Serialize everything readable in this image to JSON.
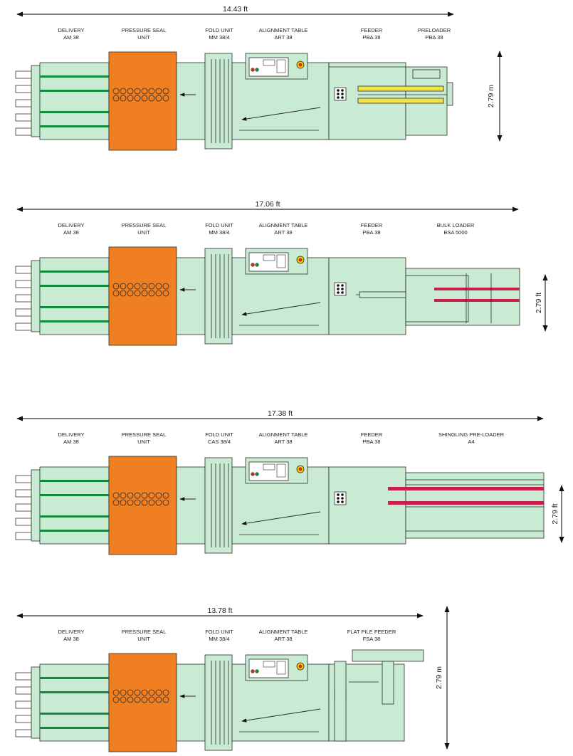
{
  "colors": {
    "machine_fill": "#c9ead3",
    "machine_stroke": "#2b2b2b",
    "seal_orange": "#f07f22",
    "belt_green": "#138a3e",
    "loader_red": "#cc1e4b",
    "loader_yellow": "#f0e44a",
    "knob_red": "#d52b1e",
    "knob_yellow": "#f5d400",
    "panel_fill": "#ffffff"
  },
  "icons": [
    "arrow-left-icon",
    "emergency-stop-icon",
    "control-panel-icon"
  ],
  "configs": [
    {
      "length": "14.43 ft",
      "width": "2.79 m",
      "modules": [
        {
          "name": "DELIVERY",
          "model": "AM 38"
        },
        {
          "name": "PRESSURE  SEAL",
          "model": "UNIT"
        },
        {
          "name": "FOLD  UNIT",
          "model": "MM  38/4"
        },
        {
          "name": "ALIGNMENT  TABLE",
          "model": "ART  38"
        },
        {
          "name": "FEEDER",
          "model": "PBA  38"
        },
        {
          "name": "PRELOADER",
          "model": "PBA 38"
        }
      ]
    },
    {
      "length": "17.06 ft",
      "width": "2.79 ft",
      "modules": [
        {
          "name": "DELIVERY",
          "model": "AM  38"
        },
        {
          "name": "PRESSURE  SEAL",
          "model": "UNIT"
        },
        {
          "name": "FOLD  UNIT",
          "model": "MM  38/4"
        },
        {
          "name": "ALIGNMENT  TABLE",
          "model": "ART  38"
        },
        {
          "name": "FEEDER",
          "model": "PBA  38"
        },
        {
          "name": "BULK  LOADER",
          "model": "BSA  5000"
        }
      ]
    },
    {
      "length": "17.38 ft",
      "width": "2.79 ft",
      "modules": [
        {
          "name": "DELIVERY",
          "model": "AM  38"
        },
        {
          "name": "PRESSURE  SEAL",
          "model": "UNIT"
        },
        {
          "name": "FOLD  UNIT",
          "model": "CAS  38/4"
        },
        {
          "name": "ALIGNMENT  TABLE",
          "model": "ART  38"
        },
        {
          "name": "FEEDER",
          "model": "PBA  38"
        },
        {
          "name": "SHINGLING  PRE-LOADER",
          "model": "A4"
        }
      ]
    },
    {
      "length": "13.78 ft",
      "width": "2.79 m",
      "modules": [
        {
          "name": "DELIVERY",
          "model": "AM  38"
        },
        {
          "name": "PRESSURE  SEAL",
          "model": "UNIT"
        },
        {
          "name": "FOLD  UNIT",
          "model": "MM  38/4"
        },
        {
          "name": "ALIGNMENT  TABLE",
          "model": "ART  38"
        },
        {
          "name": "FLAT  PILE  FEEDER",
          "model": "FSA  38"
        }
      ]
    }
  ]
}
